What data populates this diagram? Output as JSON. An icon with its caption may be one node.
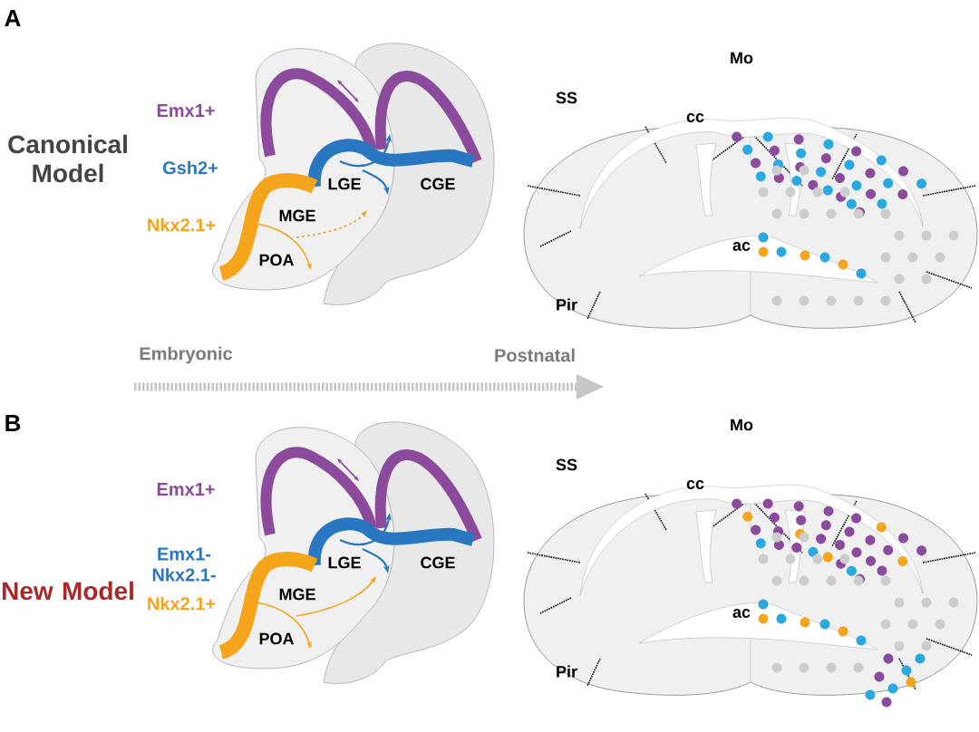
{
  "diagram": {
    "labels": [
      "A",
      "Canonical Model",
      "Emx1+",
      "Gsh2+",
      "Nkx2.1+",
      "LGE",
      "CGE",
      "MGE",
      "POA",
      "Mo",
      "SS",
      "cc",
      "ac",
      "Pir",
      "Embryonic",
      "Postnatal",
      "B",
      "New Model",
      "Emx1+",
      "Emx1- Nkx2.1-",
      "Nkx2.1+",
      "LGE",
      "CGE",
      "MGE",
      "POA",
      "Mo",
      "SS",
      "cc",
      "ac",
      "Pir"
    ]
  }
}
